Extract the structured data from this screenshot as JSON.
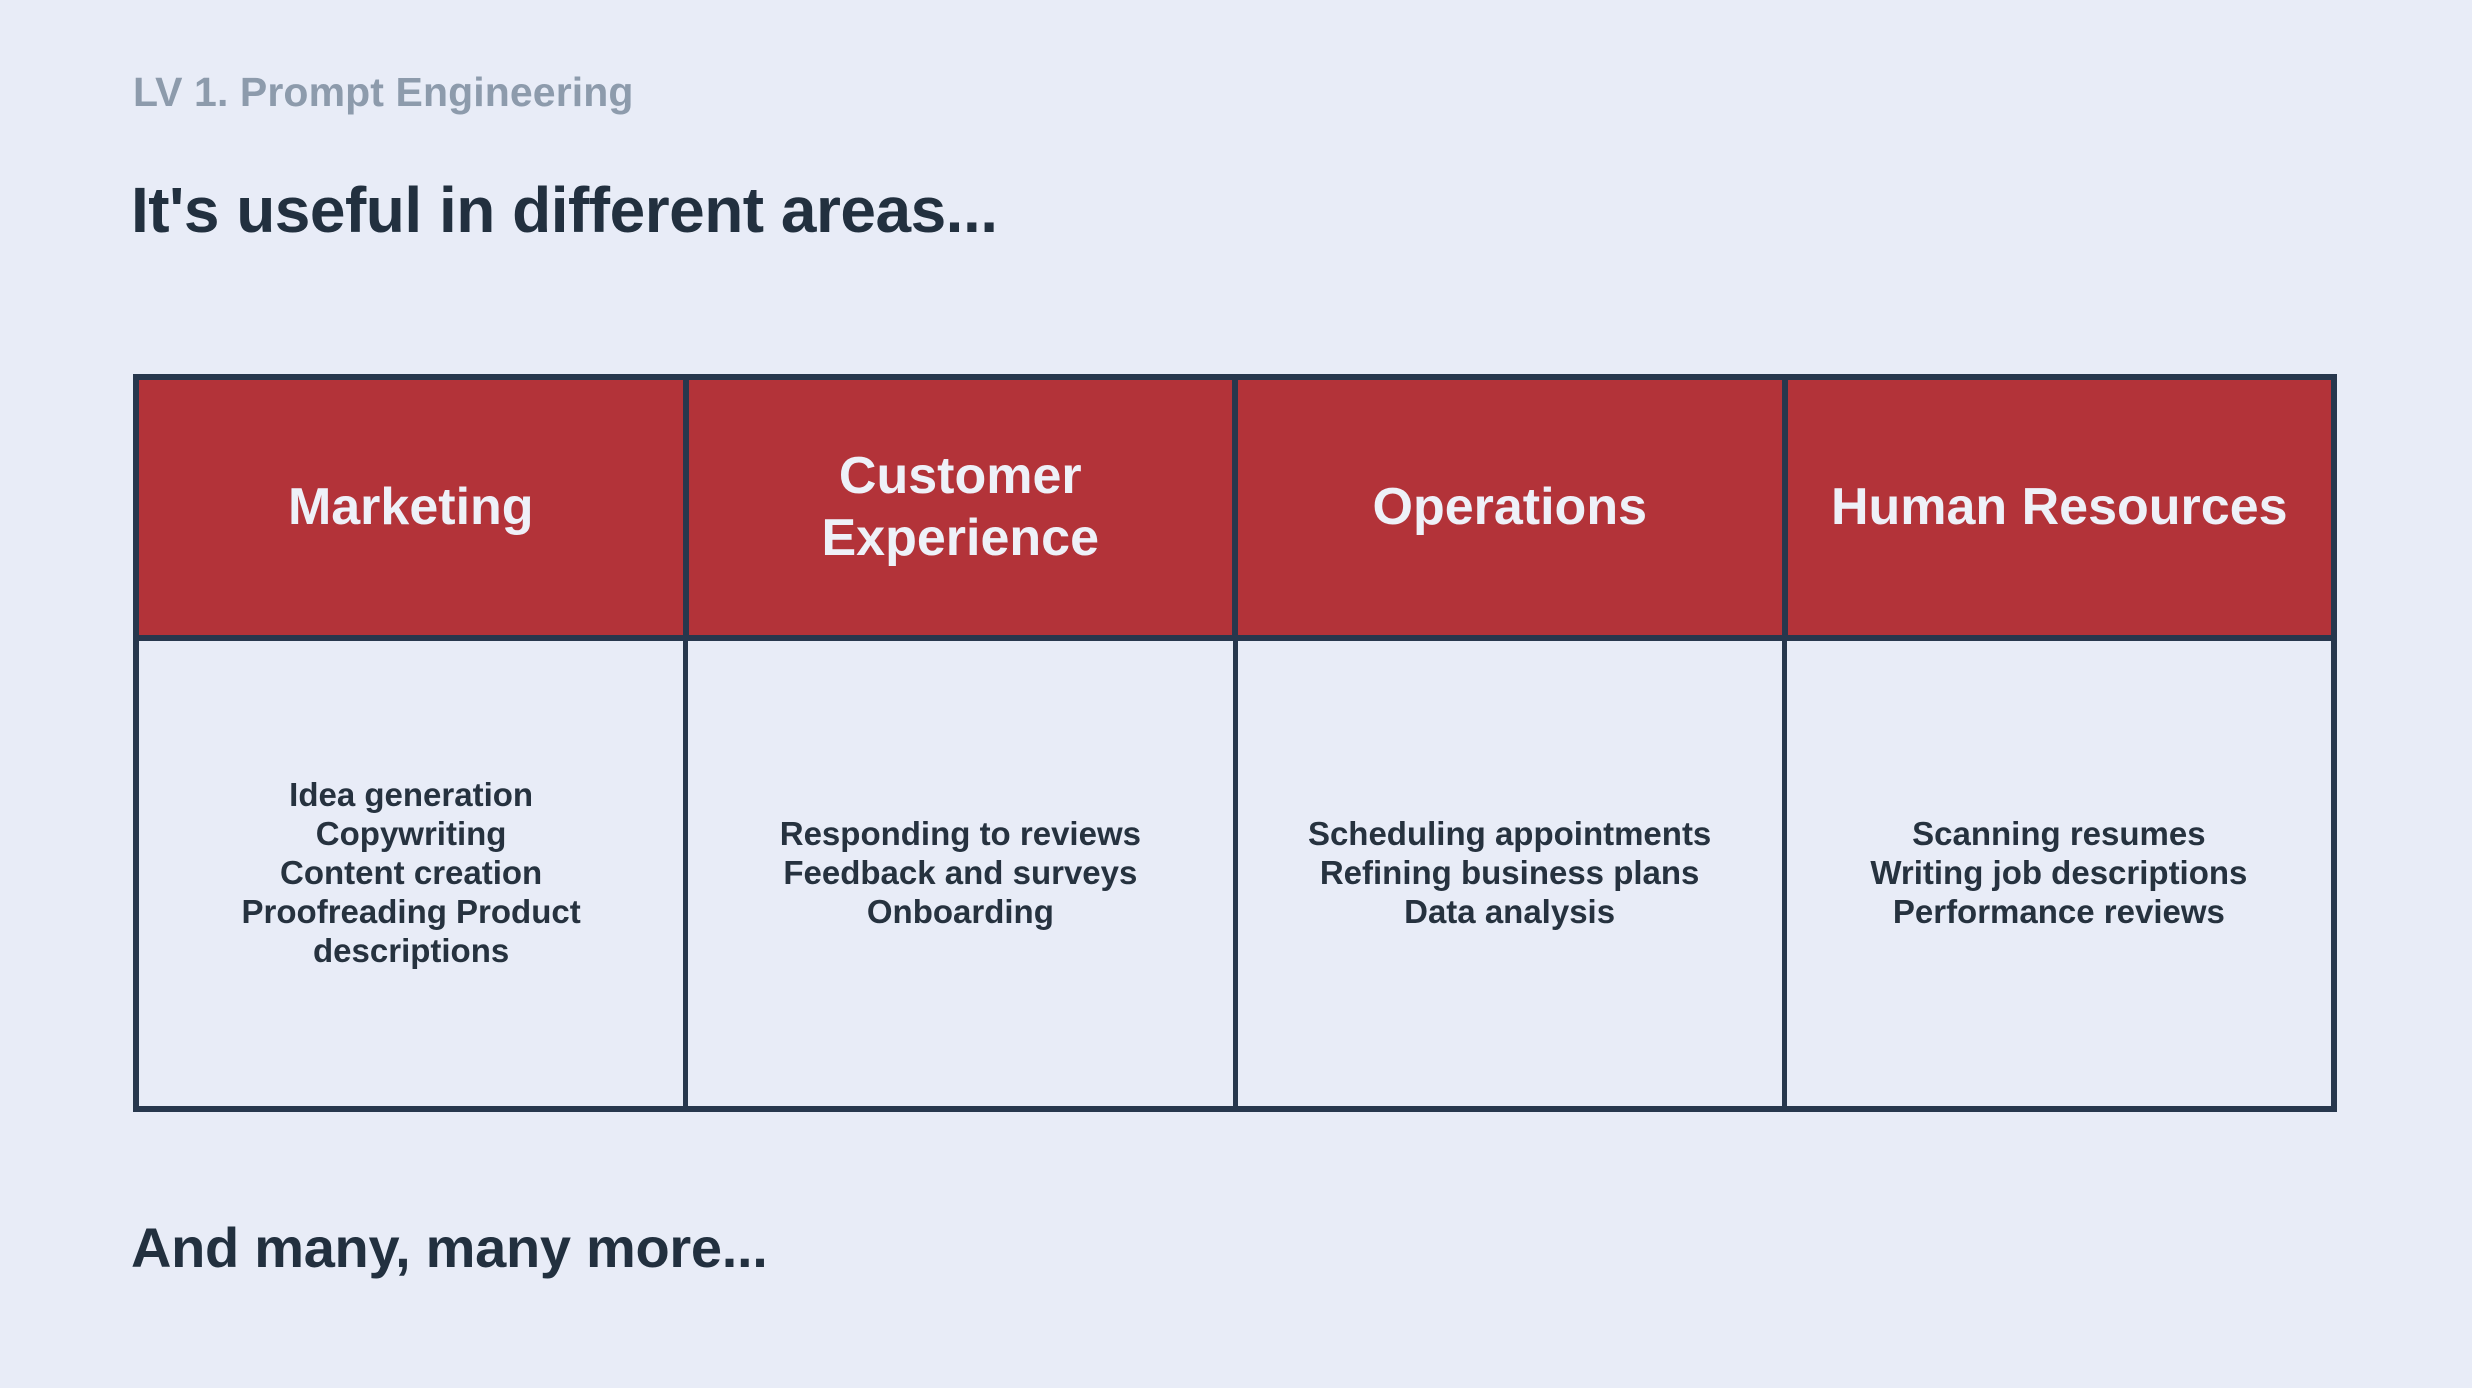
{
  "theme": {
    "background": "#e8ecf7",
    "header_red": "#b33339",
    "border_navy": "#27374d",
    "heading_text": "#22303f",
    "eyebrow_gray": "#8d9bac",
    "header_label_text": "#eef1f8",
    "body_text": "#26323f"
  },
  "slide": {
    "eyebrow": "LV 1. Prompt Engineering",
    "headline": "It's useful in different areas...",
    "footnote": "And many, many more..."
  },
  "matrix": {
    "columns": [
      {
        "header": "Marketing",
        "items_text": "Idea generation\nCopywriting\nContent creation\nProofreading Product descriptions",
        "items": [
          "Idea generation",
          "Copywriting",
          "Content creation",
          "Proofreading Product descriptions"
        ]
      },
      {
        "header": "Customer Experience",
        "items_text": "Responding to reviews\nFeedback and surveys\nOnboarding",
        "items": [
          "Responding to reviews",
          "Feedback and surveys",
          "Onboarding"
        ]
      },
      {
        "header": "Operations",
        "items_text": "Scheduling appointments\nRefining business plans\nData analysis",
        "items": [
          "Scheduling appointments",
          "Refining business plans",
          "Data analysis"
        ]
      },
      {
        "header": "Human Resources",
        "items_text": "Scanning resumes\nWriting job descriptions\nPerformance reviews",
        "items": [
          "Scanning resumes",
          "Writing job descriptions",
          "Performance reviews"
        ]
      }
    ]
  }
}
